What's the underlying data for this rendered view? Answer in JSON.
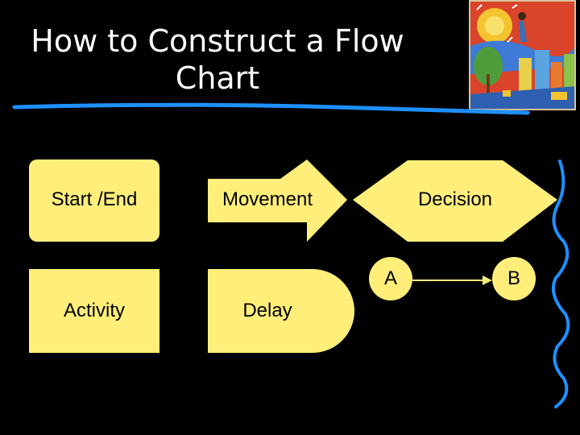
{
  "slide": {
    "title_line1": "How to Construct a Flow",
    "title_line2": "Chart"
  },
  "shapes": {
    "start_end": "Start /End",
    "movement": "Movement",
    "decision": "Decision",
    "activity": "Activity",
    "delay": "Delay",
    "connector_a": "A",
    "connector_b": "B"
  },
  "colors": {
    "background": "#000000",
    "shape_fill": "#ffef7a",
    "accent_rule": "#1e90ff"
  },
  "decorations": {
    "artwork": "colorful-city-painting-icon"
  }
}
